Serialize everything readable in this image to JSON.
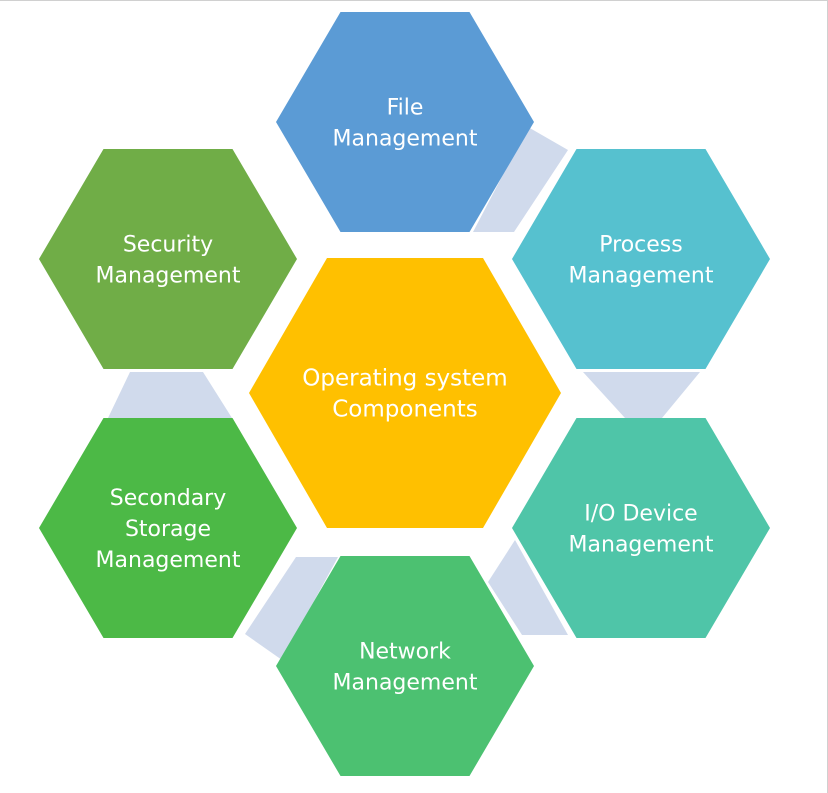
{
  "diagram": {
    "center": {
      "lines": [
        "Operating system",
        "Components"
      ],
      "color": "#FFC000"
    },
    "nodes": [
      {
        "id": "file",
        "lines": [
          "File",
          "Management"
        ],
        "color": "#5B9BD5"
      },
      {
        "id": "process",
        "lines": [
          "Process",
          "Management"
        ],
        "color": "#56C1CF"
      },
      {
        "id": "io",
        "lines": [
          "I/O Device",
          "Management"
        ],
        "color": "#4FC5A8"
      },
      {
        "id": "network",
        "lines": [
          "Network",
          "Management"
        ],
        "color": "#4CC171"
      },
      {
        "id": "storage",
        "lines": [
          "Secondary",
          "Storage",
          "Management"
        ],
        "color": "#4CB946"
      },
      {
        "id": "security",
        "lines": [
          "Security",
          "Management"
        ],
        "color": "#70AD47"
      }
    ],
    "connector_color": "#D0DAEC"
  }
}
